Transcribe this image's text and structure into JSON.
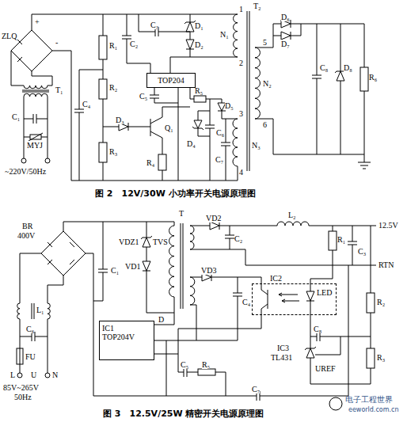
{
  "diagram": {
    "nodes": [
      {
        "text": [
          "TOP204"
        ]
      },
      {
        "text": [
          "IC1",
          "TOP204V"
        ]
      },
      {
        "text": [
          "IC2"
        ]
      }
    ],
    "labels": [
      "ZLQ",
      "+",
      "-",
      "T₁",
      "C₁",
      "MYJ",
      "~220V/50Hz",
      "R₁",
      "C₂",
      "C₃",
      "D₁",
      "D₂",
      "T₂",
      "1",
      "2",
      "N₁",
      "R₂",
      "C₄",
      "C₅",
      "R₅",
      "D₃",
      "Q₁",
      "R₃",
      "R₄",
      "C₆",
      "D₄",
      "D₅",
      "C₇",
      "N₃",
      "3",
      "4",
      "5",
      "6",
      "N₂",
      "D₆",
      "D₇",
      "C₈",
      "D₈",
      "R₆",
      "图 2　12V/30W 小功率开关电源原理图",
      "BR",
      "400V",
      "C₁",
      "L₁",
      "C₆",
      "FU",
      "L",
      "N",
      "U",
      "85V~265V",
      "50Hz",
      "VDZ1",
      "VD1",
      "TVS",
      "T",
      "VD2",
      "L₂",
      "12.5V",
      "RTN",
      "C₂",
      "R₁",
      "C₃",
      "R₂",
      "R₃",
      "VD3",
      "C₄",
      "LED",
      "IC3",
      "TL431",
      "C₈",
      "UREF",
      "D",
      "S",
      "C",
      "C₅",
      "R₅",
      "C₇",
      "图 3　12.5V/25W 精密开关电源原理图",
      "电子工程世界",
      "eeworld.com.cn"
    ]
  }
}
